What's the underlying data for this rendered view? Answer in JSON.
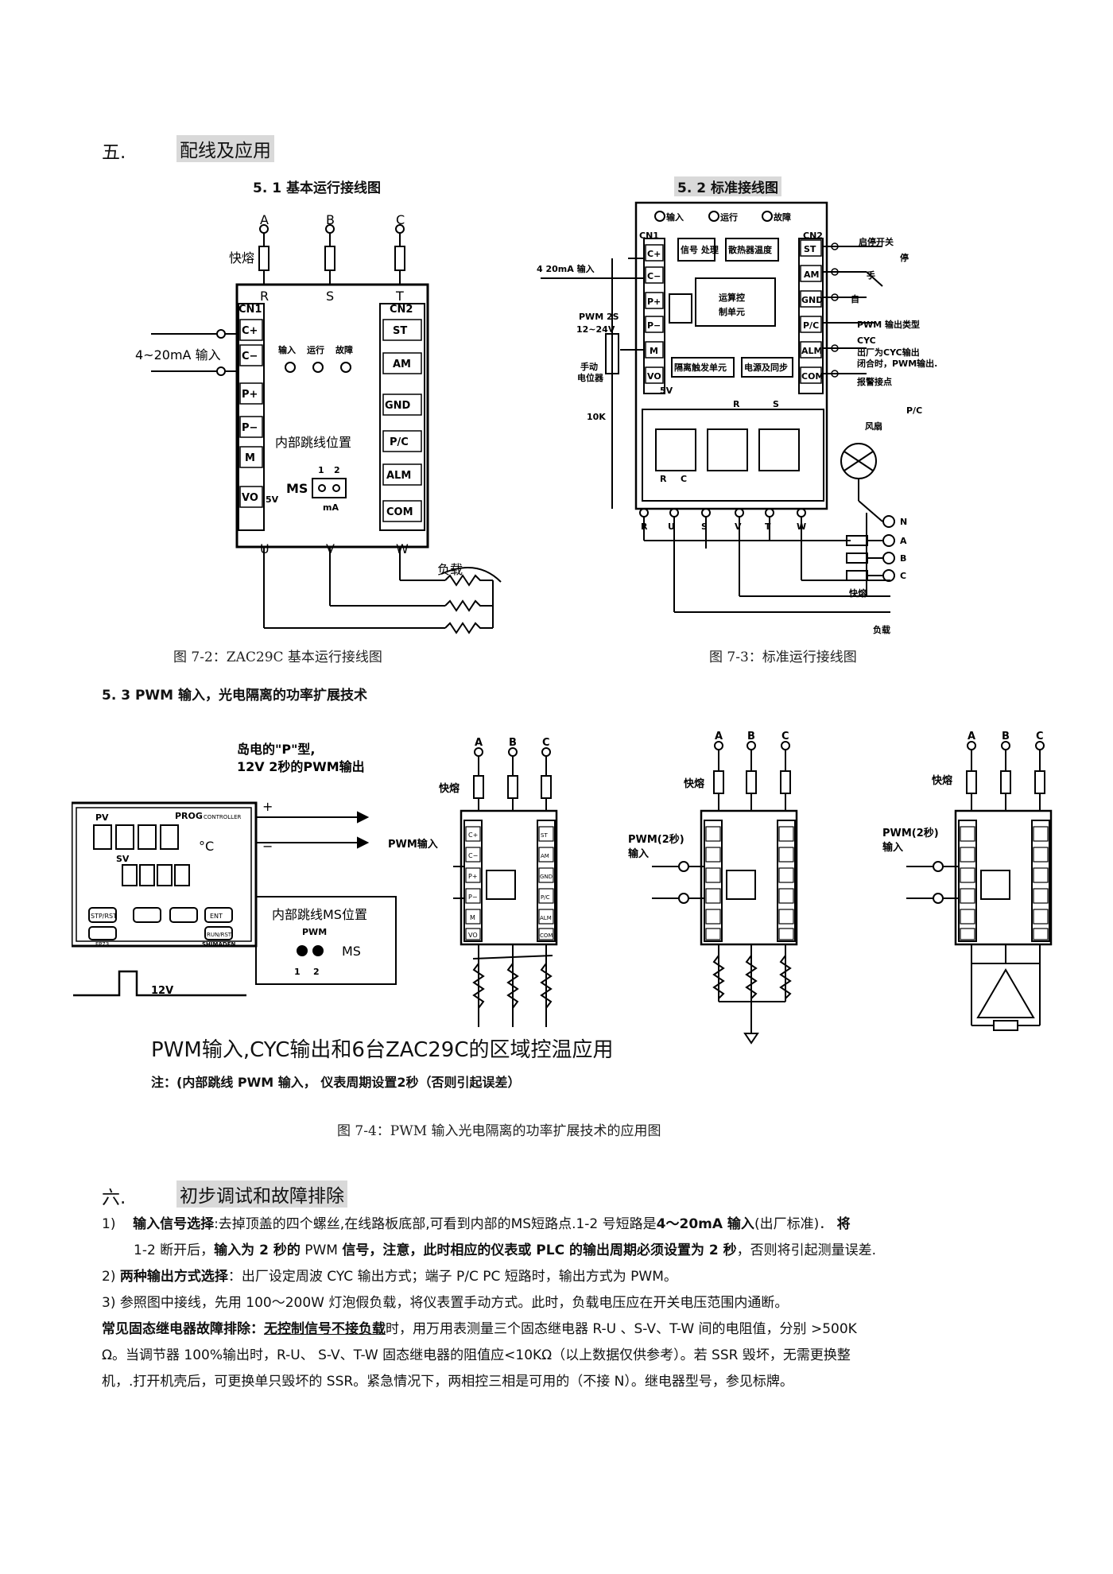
{
  "section5": {
    "num": "五.",
    "title": "配线及应用"
  },
  "sub51": "5. 1 基本运行接线图",
  "sub52": "5. 2 标准接线图",
  "sub53": "5. 3 PWM 输入，光电隔离的功率扩展技术",
  "fig1": {
    "phases": [
      "A",
      "B",
      "C"
    ],
    "fuse": "快熔",
    "rst": [
      "R",
      "S",
      "T"
    ],
    "uvw": [
      "U",
      "V",
      "W"
    ],
    "cn1": "CN1",
    "cn2": "CN2",
    "left_terms": [
      "C+",
      "C−",
      "P+",
      "P−",
      "M",
      "VO"
    ],
    "right_terms": [
      "ST",
      "AM",
      "GND",
      "P/C",
      "ALM",
      "COM"
    ],
    "input": "4~20mA 输入",
    "leds": [
      "输入",
      "运行",
      "故障"
    ],
    "jumper": "内部跳线位置",
    "ms": "MS",
    "ms_nums": [
      "1",
      "2"
    ],
    "ma": "mA",
    "v5": "5V",
    "load": "负载"
  },
  "fig2": {
    "leds": [
      "输入",
      "运行",
      "故障"
    ],
    "cn1": "CN1",
    "cn2": "CN2",
    "left_terms": [
      "C+",
      "C−",
      "P+",
      "P−",
      "M",
      "VO"
    ],
    "right_terms": [
      "ST",
      "AM",
      "GND",
      "P/C",
      "ALM",
      "COM"
    ],
    "input": "4 20mA 输入",
    "pwm": "PWM 2S",
    "pwm_v": "12~24V",
    "pot": [
      "手动",
      "电位器"
    ],
    "k10": "10K",
    "blocks": [
      "信号 处理",
      "散热器温度",
      "运算控",
      "制单元",
      "隔离触发单元",
      "电源及同步"
    ],
    "rs": [
      "R",
      "S"
    ],
    "v5": "5V",
    "right_labels": [
      "启停开关",
      "停",
      "手",
      "自",
      "PWM 输出类型",
      "CYC",
      "出厂为CYC输出",
      "闭合时，PWM输出.",
      "报警接点"
    ],
    "pc": "P/C",
    "fan": "风扇",
    "bottom": [
      "R",
      "U",
      "S",
      "V",
      "T",
      "W"
    ],
    "nabc": [
      "N",
      "A",
      "B",
      "C"
    ],
    "rc": [
      "R",
      "C"
    ],
    "fuse": "快熔",
    "load": "负载"
  },
  "cap72": "图 7-2：ZAC29C 基本运行接线图",
  "cap73": "图 7-3：标准运行接线图",
  "fig3": {
    "title1": "岛电的\"P\"型,",
    "title2": "12V 2秒的PWM输出",
    "plus": "+",
    "minus": "−",
    "pwm_in": "PWM输入",
    "ctrl": {
      "pv": "PV",
      "prog": "PROG",
      "controller": "CONTROLLER",
      "sv": "SV",
      "c": "°C",
      "btns": [
        "STP/RST",
        "ENT",
        "RUN/RST"
      ],
      "brand": "SHIMADEN",
      "model": "FP73"
    },
    "v12": "12V",
    "ms_box_title": "内部跳线MS位置",
    "ms_box_pwm": "PWM",
    "ms_box_ms": "MS",
    "ms_nums": [
      "1",
      "2"
    ],
    "phases": [
      "A",
      "B",
      "C"
    ],
    "fuse": "快熔",
    "pwm2s": [
      "PWM(2秒)",
      "输入"
    ],
    "left_terms": [
      "C+",
      "C−",
      "P+",
      "P−",
      "M",
      "VO"
    ],
    "right_terms": [
      "ST",
      "AM",
      "GND",
      "P/C",
      "ALM",
      "COM"
    ]
  },
  "big_title": "PWM输入,CYC输出和6台ZAC29C的区域控温应用",
  "note": "注：(内部跳线 PWM 输入，  仪表周期设置2秒（否则引起误差）",
  "cap74": "图 7-4：PWM 输入光电隔离的功率扩展技术的应用图",
  "section6": {
    "num": "六.",
    "title": "初步调试和故障排除"
  },
  "p1": {
    "num": "1)",
    "b1": "输入信号选择",
    "t1": ":去掉顶盖的四个螺丝,在线路板底部,可看到内部的MS短路点.1-2 号短路是",
    "b2": "4～20mA 输入",
    "t2": "(出厂标准)．",
    "b3": "将",
    "t3": "1-2 断开后，",
    "b4": "输入为 2 秒的",
    "t4": " PWM ",
    "b5": "信号，注意，此时相应的仪表或 PLC 的输出周期必须设置为 2 秒",
    "t5": "，否则将引起测量误差."
  },
  "p2": {
    "num": "2)",
    "b": "两种输出方式选择",
    "t": "：出厂设定周波 CYC 输出方式；端子 P/C PC 短路时，输出方式为 PWM。"
  },
  "p3": {
    "num": "3)",
    "t": "参照图中接线，先用 100～200W 灯泡假负载，将仪表置手动方式。此时，负载电压应在开关电压范围内通断。"
  },
  "p4": {
    "b": "常见固态继电器故障排除：",
    "u": "无控制信号不接负载",
    "t1": "时，用万用表测量三个固态继电器 R-U 、S-V、T-W 间的电阻值，分别 >500K",
    "t2": "Ω。当调节器 100%输出时，R-U、 S-V、T-W 固态继电器的阻值应<10KΩ（以上数据仅供参考）。若 SSR 毁坏，无需更换整",
    "t3": "机，.打开机壳后，可更换单只毁坏的 SSR。紧急情况下，两相控三相是可用的（不接 N）。继电器型号，参见标牌。"
  }
}
